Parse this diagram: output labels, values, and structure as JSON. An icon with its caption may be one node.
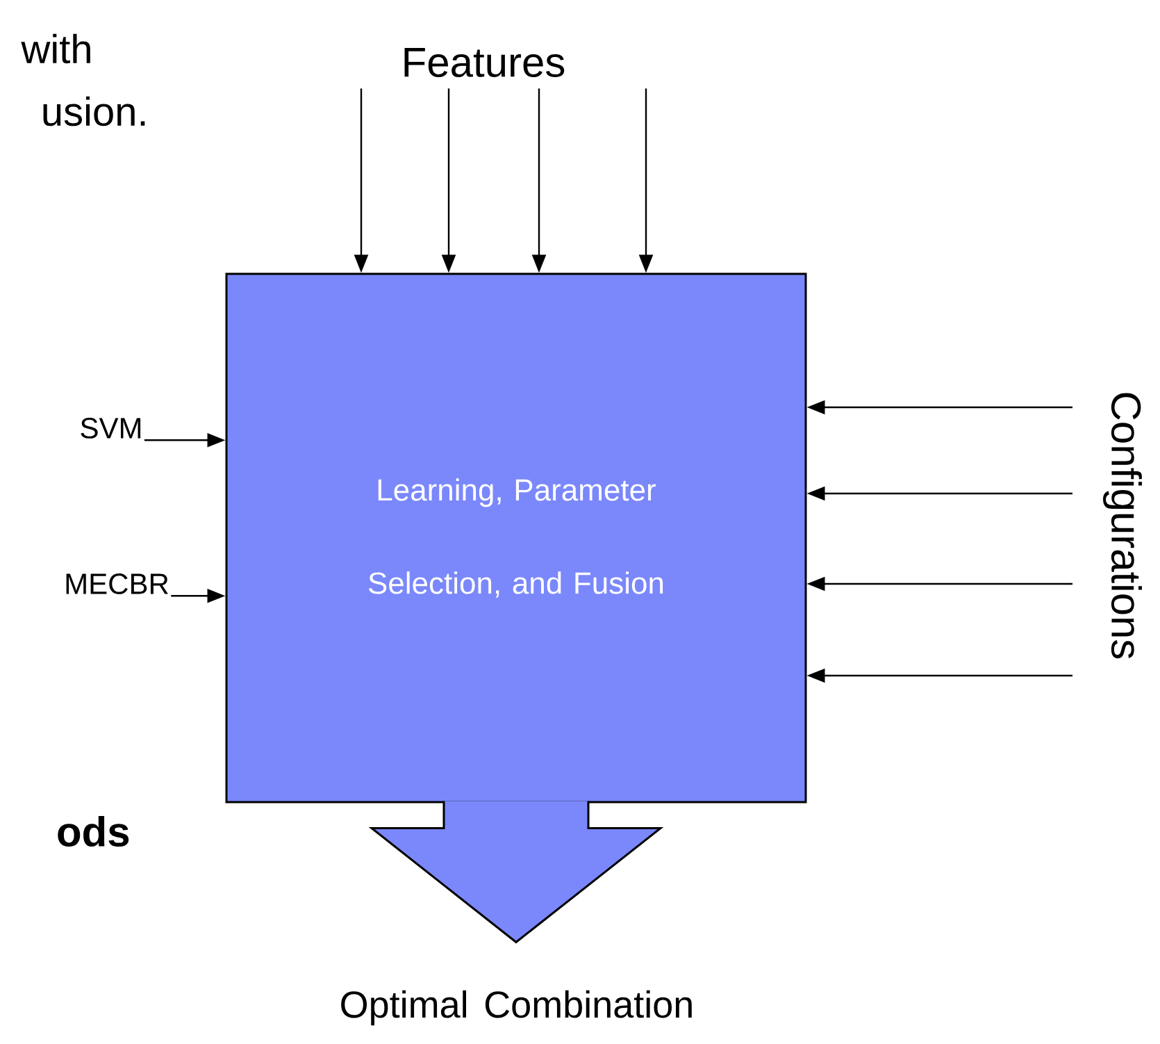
{
  "diagram": {
    "nodes": [
      {
        "text": [
          "Learning, Parameter Selection, and Fusion"
        ]
      },
      {
        "text": [
          "Features"
        ]
      },
      {
        "text": [
          "Configurations"
        ]
      },
      {
        "text": [
          "SVM"
        ]
      },
      {
        "text": [
          "MECBR"
        ]
      },
      {
        "text": [
          "Optimal Combination"
        ]
      }
    ],
    "edges": [
      {
        "from": 1,
        "to": 0,
        "arrow": "to"
      },
      {
        "from": 1,
        "to": 0,
        "arrow": "to"
      },
      {
        "from": 1,
        "to": 0,
        "arrow": "to"
      },
      {
        "from": 1,
        "to": 0,
        "arrow": "to"
      },
      {
        "from": 2,
        "to": 0,
        "arrow": "to"
      },
      {
        "from": 2,
        "to": 0,
        "arrow": "to"
      },
      {
        "from": 2,
        "to": 0,
        "arrow": "to"
      },
      {
        "from": 2,
        "to": 0,
        "arrow": "to"
      },
      {
        "from": 3,
        "to": 0,
        "arrow": "to"
      },
      {
        "from": 4,
        "to": 0,
        "arrow": "to"
      },
      {
        "from": 0,
        "to": 5,
        "arrow": "to",
        "style": "thick",
        "color": "#7b88fb"
      }
    ],
    "labels": [
      "with",
      "usion.",
      "ods"
    ]
  }
}
